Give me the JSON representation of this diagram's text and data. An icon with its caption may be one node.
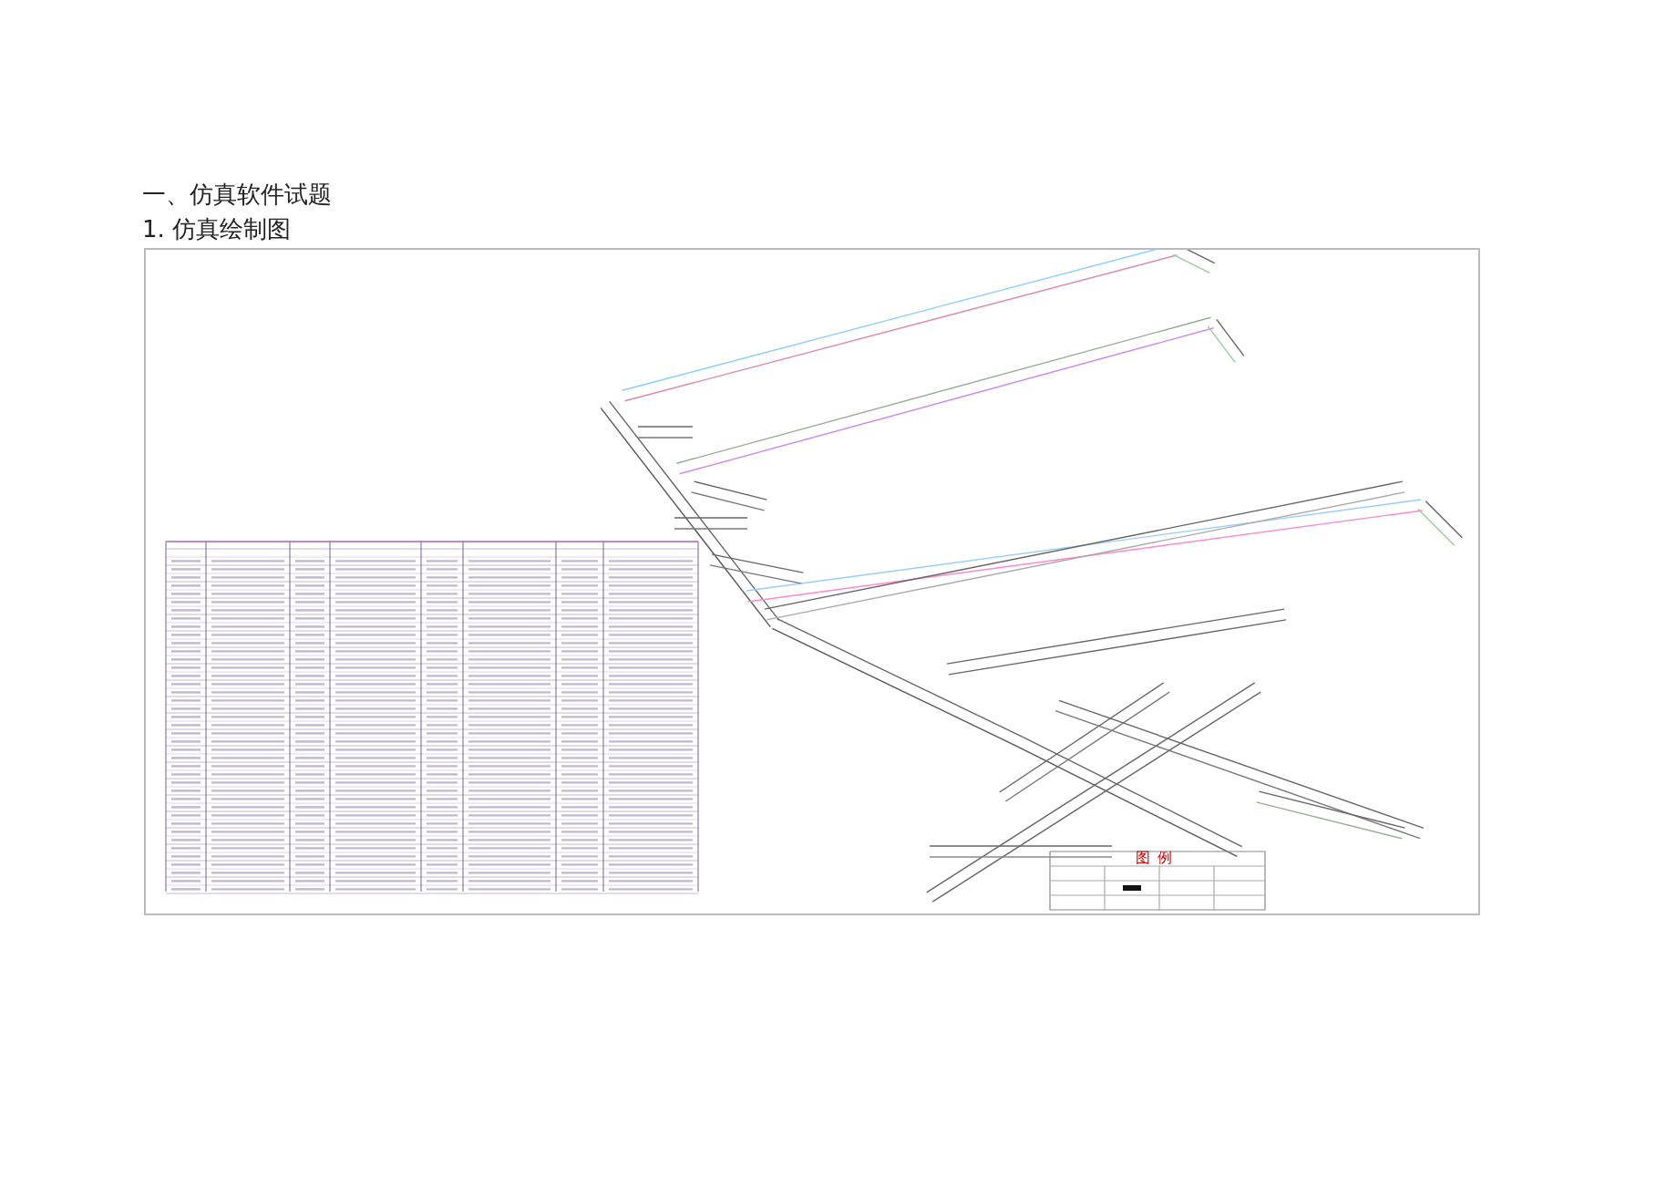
{
  "diagram": {
    "title": "一、仿真软件试题",
    "labels": [
      "1. 仿真绘制图",
      "图例"
    ]
  }
}
